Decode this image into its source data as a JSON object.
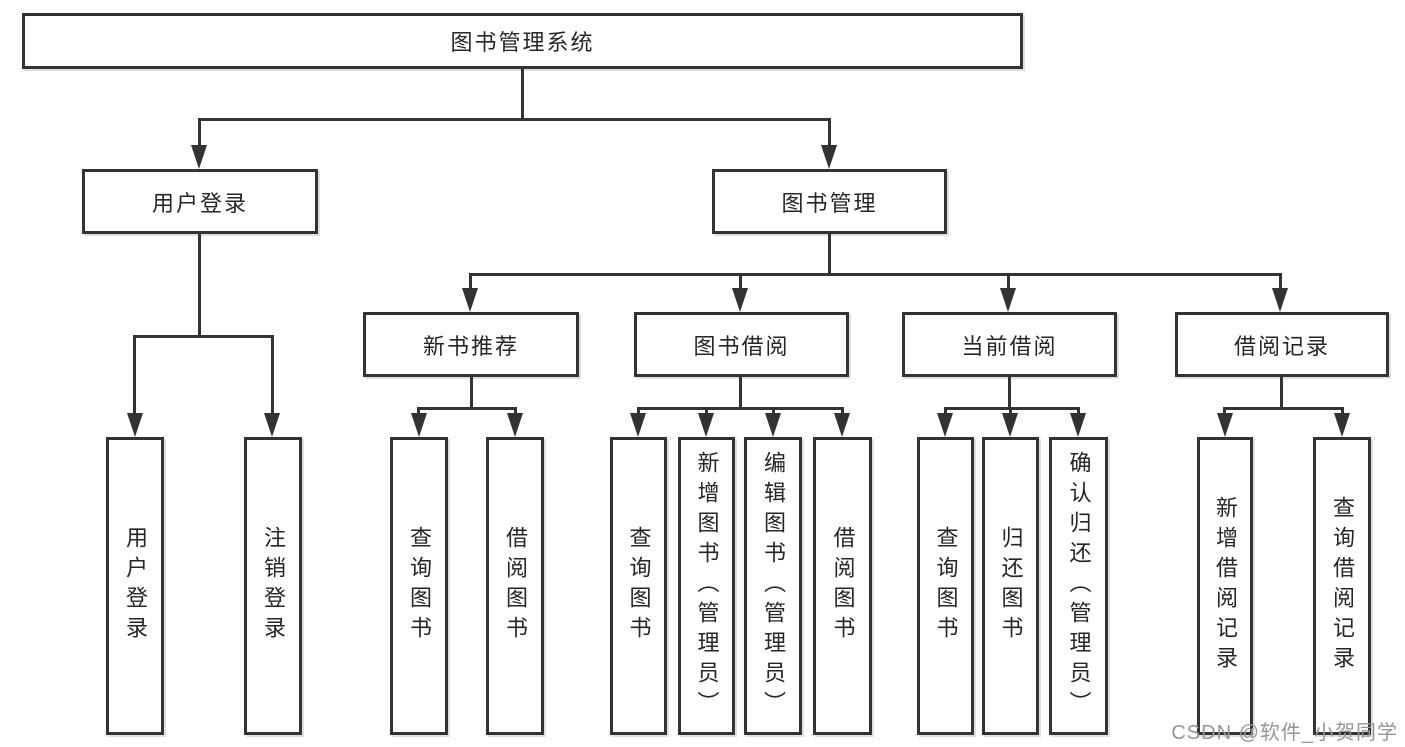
{
  "diagram": {
    "root": {
      "label": "图书管理系统"
    },
    "user_branch": {
      "label": "用户登录",
      "children": {
        "login": "用户登录",
        "logout": "注销登录"
      }
    },
    "book_branch": {
      "label": "图书管理",
      "sections": {
        "recommend": {
          "label": "新书推荐",
          "children": {
            "query_books": "查询图书",
            "borrow_books": "借阅图书"
          }
        },
        "borrow": {
          "label": "图书借阅",
          "children": {
            "query_books": "查询图书",
            "add_books": "新增图书（管理员）",
            "edit_books": "编辑图书（管理员）",
            "borrow_books": "借阅图书"
          }
        },
        "current": {
          "label": "当前借阅",
          "children": {
            "query_books": "查询图书",
            "return_books": "归还图书",
            "confirm_return": "确认归还（管理员）"
          }
        },
        "records": {
          "label": "借阅记录",
          "children": {
            "add_record": "新增借阅记录",
            "query_record": "查询借阅记录"
          }
        }
      }
    }
  },
  "watermark": {
    "text": "CSDN @软件_小贺同学"
  },
  "colors": {
    "line": "#333333",
    "text": "#262626",
    "watermark": "#969696",
    "background": "#ffffff"
  }
}
